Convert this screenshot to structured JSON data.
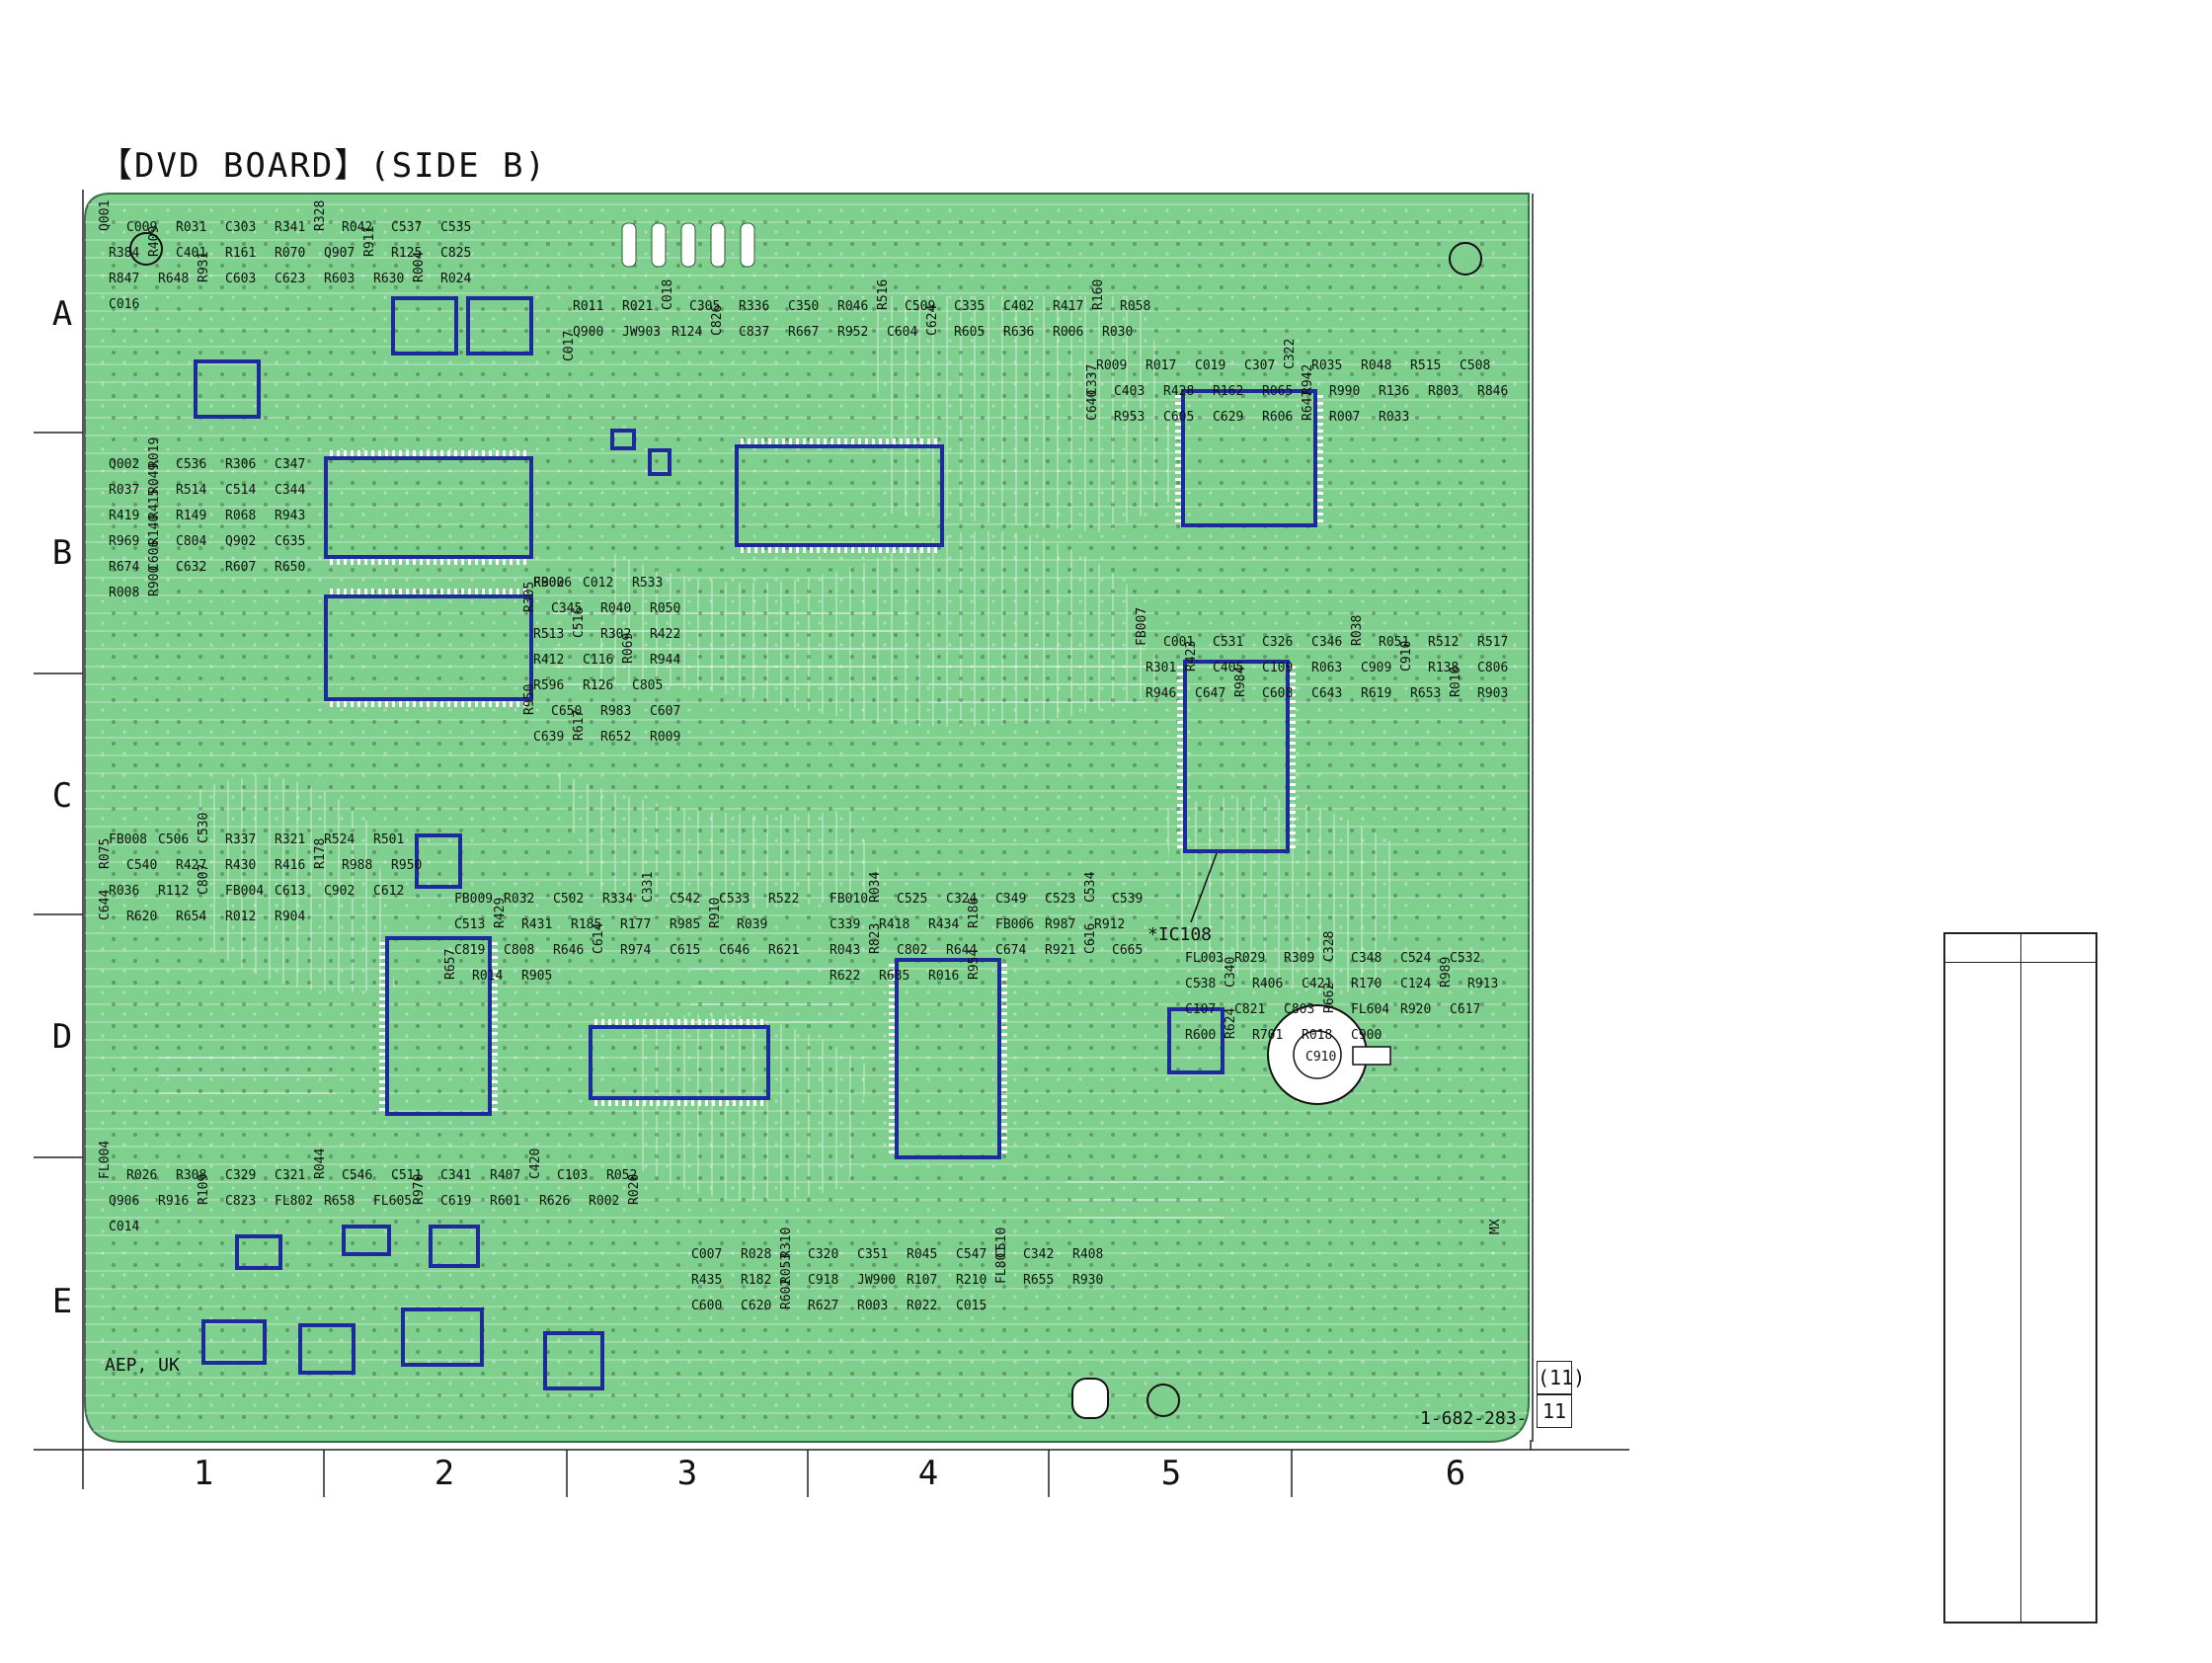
{
  "title": "【DVD BOARD】(SIDE B)",
  "row_labels": [
    "A",
    "B",
    "C",
    "D",
    "E"
  ],
  "col_labels": [
    "1",
    "2",
    "3",
    "4",
    "5",
    "6"
  ],
  "board_number": "1-682-283-",
  "ref_boxes": [
    "(11)",
    "11"
  ],
  "ic_callout": "*IC108",
  "region_note": "AEP, UK",
  "mx_note": "MX",
  "components": [
    "Q001",
    "R011",
    "R009",
    "Q002",
    "FB006",
    "FB007",
    "FB008",
    "FB009",
    "FB010",
    "FL003",
    "FL004",
    "C007",
    "C009",
    "R021",
    "R017",
    "R019",
    "C012",
    "C001",
    "C506",
    "R032",
    "R034",
    "R029",
    "R026",
    "R028",
    "R031",
    "C018",
    "C019",
    "C536",
    "R533",
    "C531",
    "C530",
    "C502",
    "C525",
    "R309",
    "R308",
    "R310",
    "C303",
    "C305",
    "C307",
    "R306",
    "R305",
    "C326",
    "R337",
    "R334",
    "C324",
    "C328",
    "C329",
    "C320",
    "R341",
    "R336",
    "C322",
    "C347",
    "C345",
    "C346",
    "R321",
    "C331",
    "C349",
    "C348",
    "C321",
    "C351",
    "R328",
    "C350",
    "R035",
    "R037",
    "R040",
    "R038",
    "R524",
    "C542",
    "C523",
    "C524",
    "R044",
    "R045",
    "R042",
    "R046",
    "R048",
    "R049",
    "R050",
    "R051",
    "R501",
    "C533",
    "C534",
    "C532",
    "C546",
    "C547",
    "C537",
    "R516",
    "R515",
    "R514",
    "R513",
    "R512",
    "R075",
    "R522",
    "C539",
    "C538",
    "C511",
    "C510",
    "C535",
    "C509",
    "C508",
    "C514",
    "C516",
    "R517",
    "C540",
    "C513",
    "C339",
    "C340",
    "C341",
    "C342",
    "R384",
    "C335",
    "C337",
    "C344",
    "R302",
    "R301",
    "R427",
    "R429",
    "R418",
    "R406",
    "R407",
    "R408",
    "R409",
    "C402",
    "C403",
    "R419",
    "R422",
    "R423",
    "R430",
    "R431",
    "R434",
    "C421",
    "C420",
    "R435",
    "C401",
    "R417",
    "R428",
    "R415",
    "R412",
    "C405",
    "R416",
    "R185",
    "R186",
    "R170",
    "C103",
    "R182",
    "R161",
    "R160",
    "R162",
    "R149",
    "C116",
    "C109",
    "R178",
    "R177",
    "FB006",
    "C124",
    "R052",
    "R053",
    "R070",
    "R058",
    "R065",
    "R068",
    "R069",
    "R063",
    "R988",
    "R985",
    "R987",
    "R989",
    "Q906",
    "C918",
    "Q907",
    "Q900",
    "R942",
    "R943",
    "R944",
    "C909",
    "R950",
    "R910",
    "R912",
    "R913",
    "R916",
    "JW900",
    "R911",
    "JW903",
    "R990",
    "R969",
    "R596",
    "C910",
    "R036",
    "R039",
    "R043",
    "C107",
    "R109",
    "R107",
    "R125",
    "R124",
    "R136",
    "R140",
    "R126",
    "R138",
    "R112",
    "C819",
    "R823",
    "C821",
    "C823",
    "R210",
    "C825",
    "C826",
    "R803",
    "C804",
    "C805",
    "C806",
    "C807",
    "C808",
    "C802",
    "C803",
    "FL802",
    "FL801",
    "R847",
    "C837",
    "R846",
    "Q902",
    "R950",
    "R946",
    "FB004",
    "R646",
    "R644",
    "R662",
    "R658",
    "R655",
    "R648",
    "R667",
    "C640",
    "C635",
    "C650",
    "C647",
    "C613",
    "C614",
    "C674",
    "FL604",
    "FL605",
    "R930",
    "R931",
    "R952",
    "R953",
    "R674",
    "R983",
    "R984",
    "C902",
    "R974",
    "R921",
    "R920",
    "R970",
    "C600",
    "C603",
    "C604",
    "C605",
    "C606",
    "C607",
    "C608",
    "C612",
    "C615",
    "C616",
    "C617",
    "C619",
    "C620",
    "C623",
    "C624",
    "C629",
    "C632",
    "C639",
    "C643",
    "C644",
    "C646",
    "C665",
    "R600",
    "R601",
    "R602",
    "R603",
    "R605",
    "R606",
    "R607",
    "R617",
    "R619",
    "R620",
    "R621",
    "R622",
    "R624",
    "R626",
    "R627",
    "R630",
    "R636",
    "R647",
    "R650",
    "R652",
    "R653",
    "R654",
    "R657",
    "R685",
    "R701",
    "R002",
    "R003",
    "R004",
    "R006",
    "R007",
    "R008",
    "R009",
    "R010",
    "R012",
    "R014",
    "R016",
    "R018",
    "R020",
    "R022",
    "R024",
    "R030",
    "R033",
    "R900",
    "R902",
    "R903",
    "R904",
    "R905",
    "R954",
    "C900",
    "C014",
    "C015",
    "C016",
    "C017"
  ]
}
